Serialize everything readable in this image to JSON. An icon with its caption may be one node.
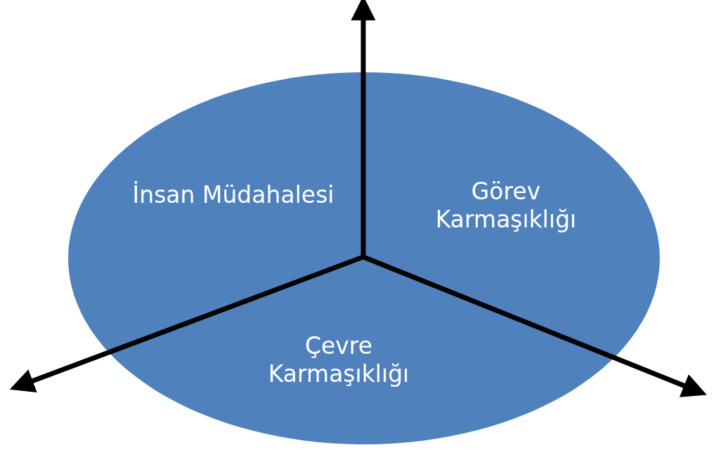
{
  "diagram": {
    "nodes": [
      {
        "text": [
          "İnsan Müdahalesi",
          "Görev Karmaşıklığı",
          "Çevre Karmaşıklığı"
        ]
      }
    ]
  }
}
